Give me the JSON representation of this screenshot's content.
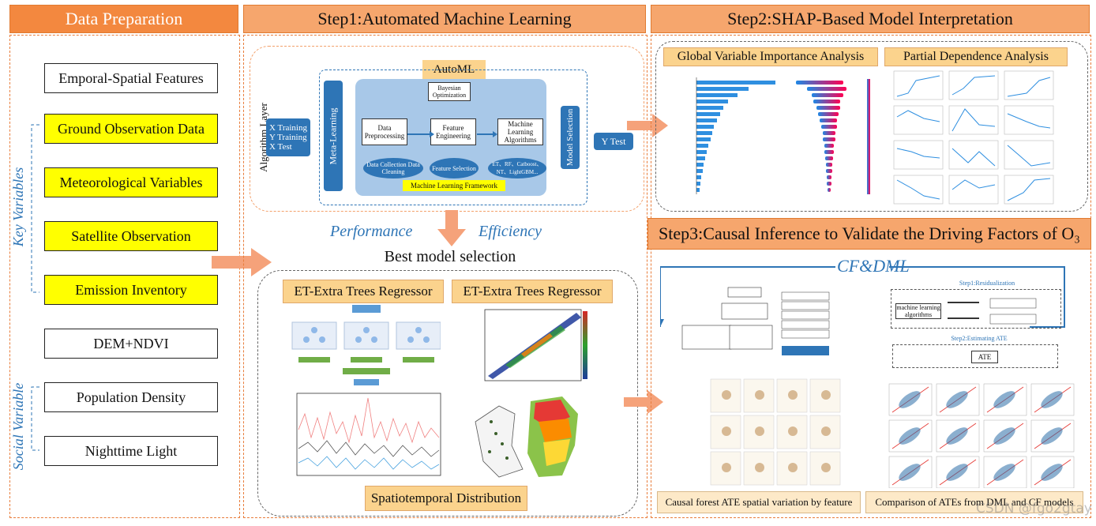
{
  "headers": {
    "data_prep": "Data Preparation",
    "step1": "Step1:Automated Machine Learning",
    "step2": "Step2:SHAP-Based Model Interpretation",
    "step3": "Step3:Causal Inference to Validate the Driving Factors of O₃"
  },
  "features": [
    {
      "label": "Emporal-Spatial Features",
      "highlight": false
    },
    {
      "label": "Ground Observation Data",
      "highlight": true
    },
    {
      "label": "Meteorological Variables",
      "highlight": true
    },
    {
      "label": "Satellite Observation",
      "highlight": true
    },
    {
      "label": "Emission Inventory",
      "highlight": true
    },
    {
      "label": "DEM+NDVI",
      "highlight": false
    },
    {
      "label": "Population Density",
      "highlight": false
    },
    {
      "label": "Nighttime Light",
      "highlight": false
    }
  ],
  "side_labels": {
    "key": "Key Variables",
    "social": "Social Variable"
  },
  "automl": {
    "title": "AutoML",
    "algorithm_layer": "Algorithm Layer",
    "inputs": "X Training\nY Training\nX Test",
    "meta_learning": "Meta-Learning",
    "bayesian": "Bayesian Optimization",
    "data_pre": "Data Preprocessing",
    "feature_eng": "Feature Engineering",
    "ml_alg": "Machine Learning Algorithms",
    "data_collect": "Data Collection Data Cleaning",
    "feature_sel": "Feature Selection",
    "et_rf": "ET、RF、Catboost、NT、LightGBM...",
    "framework": "Machine Learning Framework",
    "model_selection": "Model Selection",
    "y_test": "Y Test"
  },
  "performance": "Performance",
  "efficiency": "Efficiency",
  "best_model": "Best model selection",
  "et_title_1": "ET-Extra Trees Regressor",
  "et_title_2": "ET-Extra Trees Regressor",
  "spatiotemporal": "Spatiotemporal Distribution",
  "global_importance": "Global Variable Importance Analysis",
  "partial_dependence": "Partial Dependence Analysis",
  "cf_dml": "CF&DML",
  "cf_residual": "Step1:Residualization",
  "cf_ate": "Step2:Estimating ATE",
  "cf_ml": "machine learning algorithms",
  "cf_ate_box": "ATE",
  "caption_left": "Causal forest ATE spatial variation by feature",
  "caption_right": "Comparison of ATEs from DML and CF models",
  "watermark": "CSDN @fgo2gtay",
  "colors": {
    "accent": "#f3883f",
    "blue": "#2e75b6",
    "yellow": "#ffff00"
  }
}
